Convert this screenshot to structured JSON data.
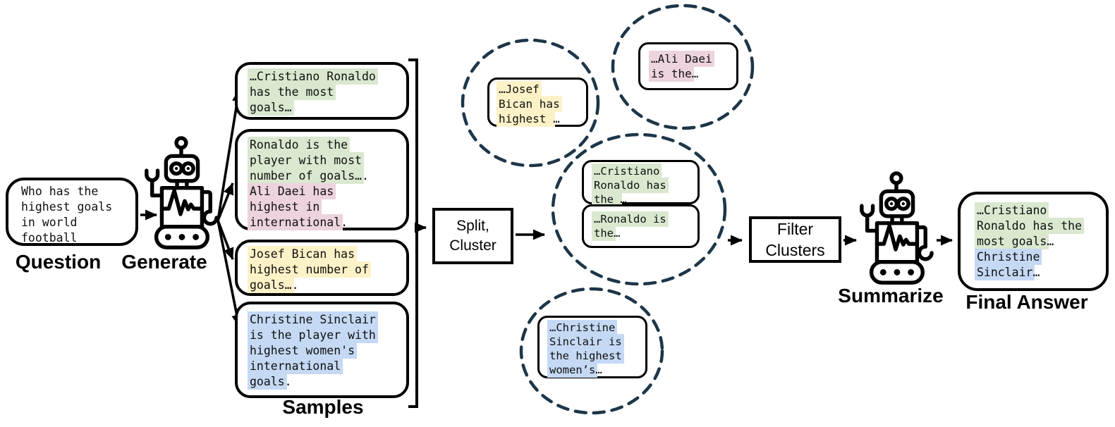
{
  "labels": {
    "question": "Question",
    "generate": "Generate",
    "samples": "Samples",
    "summarize": "Summarize",
    "final_answer": "Final Answer"
  },
  "process_boxes": {
    "split_cluster": [
      "Split,",
      "Cluster"
    ],
    "filter_clusters": [
      "Filter",
      "Clusters"
    ]
  },
  "colors": {
    "highlight_green": "#d9e8cf",
    "highlight_pink": "#ecd3de",
    "highlight_yellow": "#fdf1c7",
    "highlight_blue": "#c5d9f4",
    "dash": "#1d3648",
    "ink": "#000000"
  },
  "icons": {
    "generate": "robot-icon",
    "summarize": "robot-icon"
  },
  "question_box": {
    "lines": [
      "Who has the",
      "highest goals",
      "in world",
      "football"
    ]
  },
  "samples": {
    "box1": {
      "lines": [
        [
          {
            "t": "…Cristiano Ronaldo",
            "h": "g"
          }
        ],
        [
          {
            "t": "has the most",
            "h": "g"
          }
        ],
        [
          {
            "t": "goals…",
            "h": "g"
          }
        ]
      ]
    },
    "box2": {
      "lines": [
        [
          {
            "t": "Ronaldo is the",
            "h": "g"
          }
        ],
        [
          {
            "t": "player with most",
            "h": "g"
          }
        ],
        [
          {
            "t": "number of goals…",
            "h": "g"
          },
          {
            "t": "."
          }
        ],
        [
          {
            "t": "Ali Daei has",
            "h": "p"
          }
        ],
        [
          {
            "t": "highest in",
            "h": "p"
          }
        ],
        [
          {
            "t": "international",
            "h": "p"
          },
          {
            "t": "."
          }
        ]
      ]
    },
    "box3": {
      "lines": [
        [
          {
            "t": "Josef Bican has",
            "h": "y"
          }
        ],
        [
          {
            "t": "highest number of",
            "h": "y"
          }
        ],
        [
          {
            "t": "goals…",
            "h": "y"
          },
          {
            "t": "."
          }
        ]
      ]
    },
    "box4": {
      "lines": [
        [
          {
            "t": "Christine Sinclair",
            "h": "b"
          }
        ],
        [
          {
            "t": "is the player with",
            "h": "b"
          }
        ],
        [
          {
            "t": "highest women's",
            "h": "b"
          }
        ],
        [
          {
            "t": "international",
            "h": "b"
          }
        ],
        [
          {
            "t": "goals",
            "h": "b"
          },
          {
            "t": "."
          }
        ]
      ]
    }
  },
  "clusters": {
    "josef": {
      "lines": [
        [
          {
            "t": "…Josef",
            "h": "y"
          }
        ],
        [
          {
            "t": "Bican has",
            "h": "y"
          }
        ],
        [
          {
            "t": "highest ",
            "h": "y"
          },
          {
            "t": "…"
          }
        ]
      ]
    },
    "ali": {
      "lines": [
        [
          {
            "t": "…Ali Daei",
            "h": "p"
          }
        ],
        [
          {
            "t": "is the",
            "h": "p"
          },
          {
            "t": "…"
          }
        ]
      ]
    },
    "cristiano": {
      "lines": [
        [
          {
            "t": "…Cristiano",
            "h": "g"
          }
        ],
        [
          {
            "t": "Ronaldo has",
            "h": "g"
          }
        ],
        [
          {
            "t": "the ",
            "h": "g"
          },
          {
            "t": "…"
          }
        ]
      ]
    },
    "ronaldo": {
      "lines": [
        [
          {
            "t": "…Ronaldo is",
            "h": "g"
          }
        ],
        [
          {
            "t": "the",
            "h": "g"
          },
          {
            "t": "…"
          }
        ]
      ]
    },
    "christine": {
      "lines": [
        [
          {
            "t": "…Christine",
            "h": "b"
          }
        ],
        [
          {
            "t": "Sinclair is",
            "h": "b"
          }
        ],
        [
          {
            "t": "the highest",
            "h": "b"
          }
        ],
        [
          {
            "t": "women’s",
            "h": "b"
          },
          {
            "t": "…"
          }
        ]
      ]
    }
  },
  "final_box": {
    "lines": [
      [
        {
          "t": "…Cristiano",
          "h": "g"
        }
      ],
      [
        {
          "t": "Ronaldo has the",
          "h": "g"
        }
      ],
      [
        {
          "t": "most goals",
          "h": "g"
        },
        {
          "t": "…"
        }
      ],
      [
        {
          "t": "Christine",
          "h": "b"
        }
      ],
      [
        {
          "t": "Sinclair",
          "h": "b"
        },
        {
          "t": "…"
        }
      ]
    ]
  }
}
